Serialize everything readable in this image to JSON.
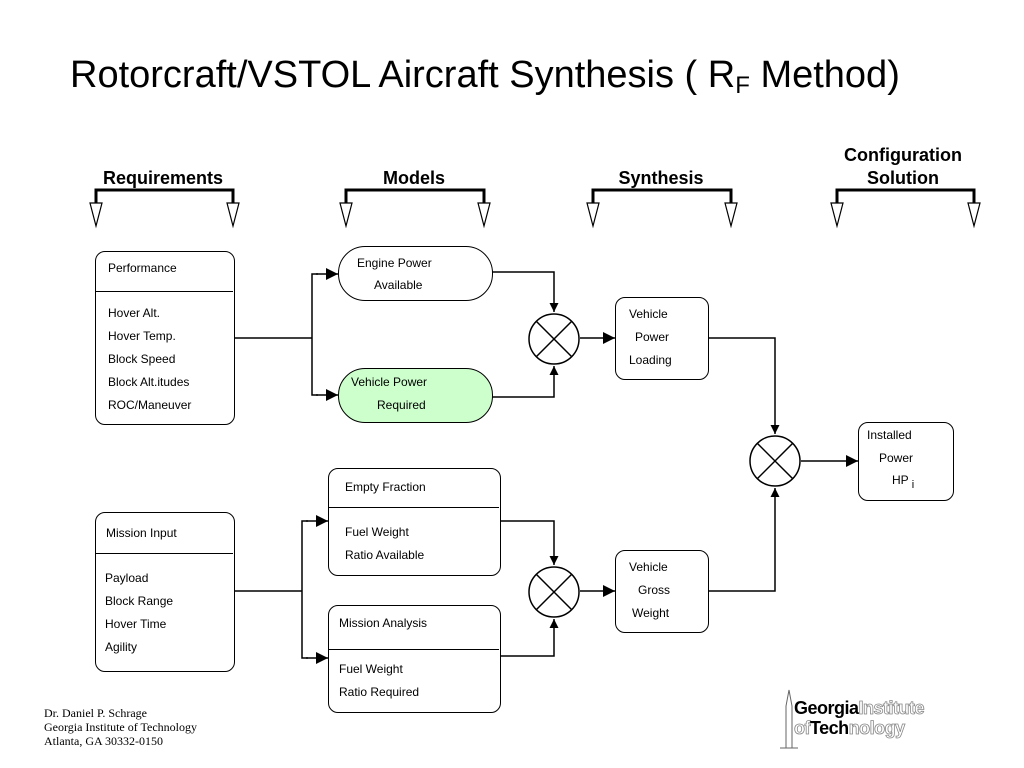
{
  "title": {
    "main": "Rotorcraft/VSTOL Aircraft Synthesis ( R",
    "subscript": "F",
    "suffix": " Method)"
  },
  "columns": {
    "requirements": "Requirements",
    "models": "Models",
    "synthesis": "Synthesis",
    "configuration_line1": "Configuration",
    "configuration_line2": "Solution"
  },
  "performance_box": {
    "header": "Performance",
    "items": [
      "Hover Alt.",
      "Hover Temp.",
      "Block Speed",
      "Block Alt.itudes",
      "ROC/Maneuver"
    ]
  },
  "mission_box": {
    "header": "Mission Input",
    "items": [
      "Payload",
      "Block Range",
      "Hover Time",
      "Agility"
    ]
  },
  "engine_power": {
    "line1": "Engine Power",
    "line2": "Available"
  },
  "vehicle_power_required": {
    "line1": "Vehicle Power",
    "line2": "Required",
    "fill": "#ccffcc"
  },
  "empty_fraction": {
    "header": "Empty Fraction",
    "line1": "Fuel Weight",
    "line2": "Ratio Available"
  },
  "mission_analysis": {
    "header": "Mission Analysis",
    "line1": "Fuel Weight",
    "line2": "Ratio Required"
  },
  "vehicle_power_loading": {
    "line1": "Vehicle",
    "line2": "Power",
    "line3": "Loading"
  },
  "vehicle_gross_weight": {
    "line1": "Vehicle",
    "line2": "Gross",
    "line3": "Weight"
  },
  "installed_power": {
    "line1": "Installed",
    "line2": "Power",
    "line3": "HP",
    "subscript": "i"
  },
  "footer": {
    "line1": "Dr. Daniel P. Schrage",
    "line2": "Georgia Institute of Technology",
    "line3": "Atlanta, GA  30332-0150"
  },
  "logo": {
    "word1": "Georgia",
    "word2": "Institute",
    "word3": "of",
    "word4": "Tech",
    "word5": "nology"
  }
}
